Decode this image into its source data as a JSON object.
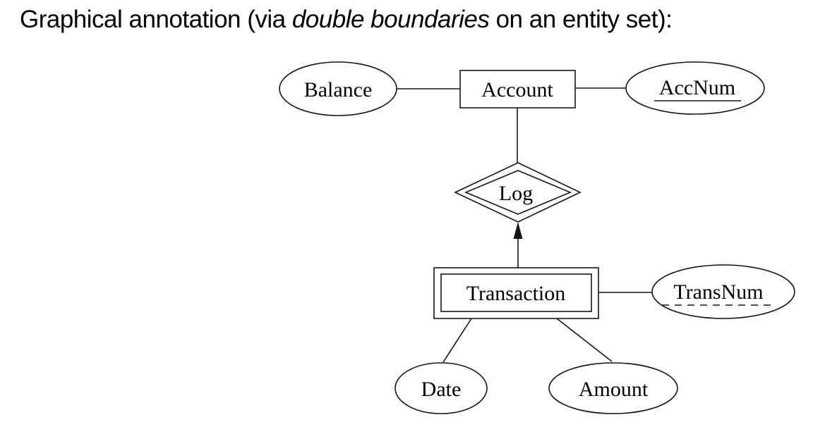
{
  "title": {
    "prefix": "Graphical annotation (via ",
    "italic": "double boundaries",
    "suffix": " on an entity set):"
  },
  "diagram": {
    "kind": "entity-relationship",
    "colors": {
      "stroke": "#151515",
      "text": "#000000",
      "background": "#ffffff"
    },
    "nodes": {
      "balance": {
        "label": "Balance",
        "type": "attribute-ellipse"
      },
      "account": {
        "label": "Account",
        "type": "entity-rectangle"
      },
      "accnum": {
        "label": "AccNum",
        "type": "attribute-ellipse",
        "underline": "solid"
      },
      "log": {
        "label": "Log",
        "type": "relationship-diamond",
        "boundary": "double"
      },
      "transaction": {
        "label": "Transaction",
        "type": "entity-rectangle",
        "boundary": "double"
      },
      "transnum": {
        "label": "TransNum",
        "type": "attribute-ellipse",
        "underline": "dashed"
      },
      "date": {
        "label": "Date",
        "type": "attribute-ellipse"
      },
      "amount": {
        "label": "Amount",
        "type": "attribute-ellipse"
      }
    },
    "edges": [
      {
        "from": "balance",
        "to": "account",
        "style": "plain"
      },
      {
        "from": "account",
        "to": "accnum",
        "style": "plain"
      },
      {
        "from": "account",
        "to": "log",
        "style": "plain"
      },
      {
        "from": "transaction",
        "to": "log",
        "style": "arrow"
      },
      {
        "from": "transaction",
        "to": "transnum",
        "style": "plain"
      },
      {
        "from": "transaction",
        "to": "date",
        "style": "plain"
      },
      {
        "from": "transaction",
        "to": "amount",
        "style": "plain"
      }
    ]
  }
}
